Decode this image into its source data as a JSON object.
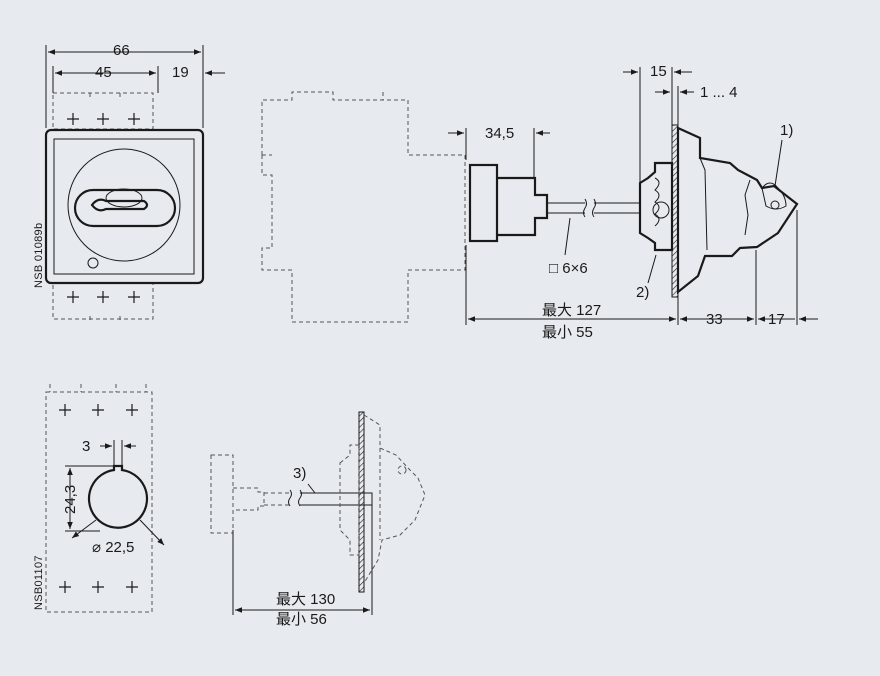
{
  "document_codes": {
    "top": "NSB 01089b",
    "bottom": "NSB01107"
  },
  "dimensions": {
    "width_66": "66",
    "width_45": "45",
    "width_19": "19",
    "shaft_34_5": "34,5",
    "shaft_square": "□ 6×6",
    "panel_15": "15",
    "panel_thickness": "1 ... 4",
    "max_127": "最大  127",
    "min_55": "最小  55",
    "dim_33": "33",
    "dim_17": "17",
    "cut_3": "3",
    "cut_24_3": "24,3",
    "cut_dia": "⌀ 22,5",
    "max_130": "最大  130",
    "min_56": "最小  56"
  },
  "callouts": {
    "c1": "1)",
    "c2": "2)",
    "c3": "3)"
  },
  "colors": {
    "background": "#e7ebef",
    "line": "#1a1a1a"
  }
}
